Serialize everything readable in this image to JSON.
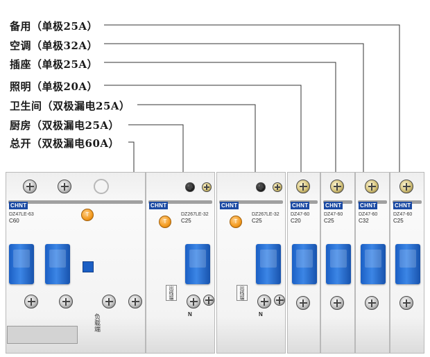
{
  "labels": [
    "备用（单极25A）",
    "空调（单极32A）",
    "插座（单极25A）",
    "照明（单极20A）",
    "卫生间（双极漏电25A）",
    "厨房（双极漏电25A）",
    "总开（双极漏电60A）"
  ],
  "breakers": [
    {
      "brand": "CHNT",
      "model": "DZ47LE-63",
      "rating": "C60"
    },
    {
      "brand": "CHNT",
      "model": "DZ267LE-32",
      "rating": "C25"
    },
    {
      "brand": "CHNT",
      "model": "DZ267LE-32",
      "rating": "C25"
    },
    {
      "brand": "CHNT",
      "model": "DZ47-60",
      "rating": "C20"
    },
    {
      "brand": "CHNT",
      "model": "DZ47-60",
      "rating": "C25"
    },
    {
      "brand": "CHNT",
      "model": "DZ47-60",
      "rating": "C32"
    },
    {
      "brand": "CHNT",
      "model": "DZ47-60",
      "rating": "C25"
    }
  ],
  "load_side_label": "负载端",
  "outlet_label": "出线端",
  "neutral_mark": "N",
  "test_button_mark": "T",
  "colors": {
    "toggle": "#2f78dd",
    "brand_bg": "#1b4aa3",
    "indicator": "#f39a1e"
  }
}
